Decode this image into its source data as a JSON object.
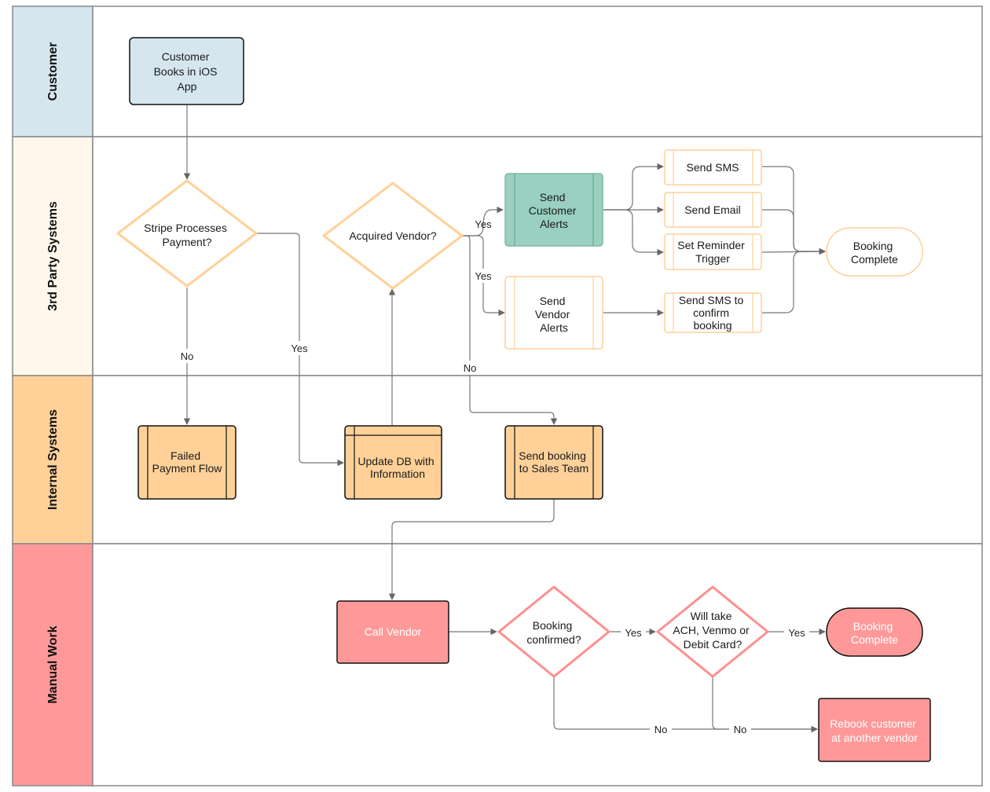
{
  "colors": {
    "lane_customer": "#d5e6ef",
    "lane_third_party": "#fff7ec",
    "lane_internal": "#ffd199",
    "lane_manual": "#ff9999",
    "blue_node": "#d5e6ef",
    "green_node": "#99d0c0",
    "orange_node": "#ffd199",
    "orange_stroke": "#ffd199",
    "red_node": "#ff9999",
    "pink_stroke": "#ff8e8e"
  },
  "lanes": [
    {
      "id": "customer",
      "label": "Customer"
    },
    {
      "id": "third_party",
      "label": "3rd Party Systems"
    },
    {
      "id": "internal",
      "label": "Internal Systems"
    },
    {
      "id": "manual",
      "label": "Manual Work"
    }
  ],
  "nodes": {
    "customer_books": [
      "Customer",
      "Books in iOS",
      "App"
    ],
    "stripe": [
      "Stripe  Processes",
      "Payment?"
    ],
    "acquired_vendor": [
      "Acquired Vendor?"
    ],
    "send_customer_alerts": [
      "Send",
      "Customer",
      "Alerts"
    ],
    "send_vendor_alerts": [
      "Send",
      "Vendor",
      "Alerts"
    ],
    "send_sms": [
      "Send SMS"
    ],
    "send_email": [
      "Send Email"
    ],
    "set_reminder": [
      "Set Reminder",
      "Trigger"
    ],
    "send_sms_confirm": [
      "Send SMS to",
      "confirm",
      "booking"
    ],
    "booking_complete_top": [
      "Booking",
      "Complete"
    ],
    "failed_payment": [
      "Failed",
      "Payment Flow"
    ],
    "update_db": [
      "Update DB with",
      "Information"
    ],
    "send_sales": [
      "Send booking",
      "to Sales Team"
    ],
    "call_vendor": [
      "Call Vendor"
    ],
    "booking_confirmed": [
      "Booking",
      "confirmed?"
    ],
    "will_take": [
      "Will take",
      "ACH, Venmo or",
      "Debit Card?"
    ],
    "booking_complete_bottom": [
      "Booking",
      "Complete"
    ],
    "rebook": [
      "Rebook customer",
      "at another vendor"
    ]
  },
  "edge_labels": {
    "stripe_no": "No",
    "stripe_yes": "Yes",
    "vendor_yes_customer": "Yes",
    "vendor_yes_vendor": "Yes",
    "vendor_no": "No",
    "confirmed_yes": "Yes",
    "will_take_yes": "Yes",
    "confirmed_no": "No",
    "will_take_no": "No"
  }
}
